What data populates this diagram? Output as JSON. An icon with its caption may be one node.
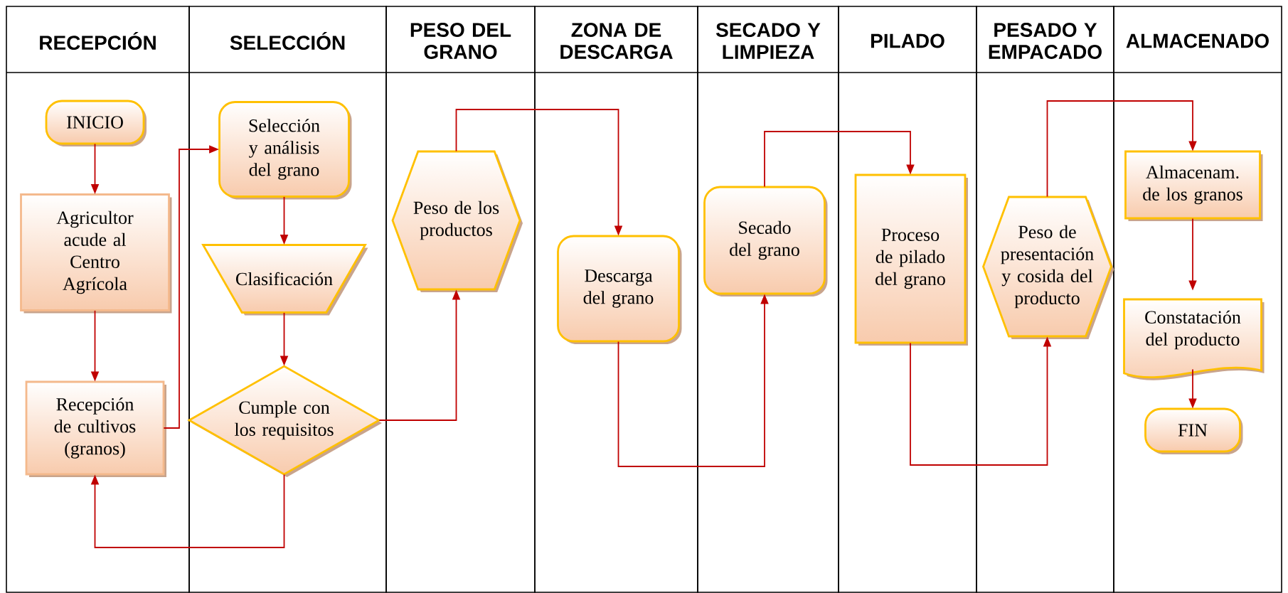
{
  "diagram": {
    "nodes": [
      {
        "text": [
          "RECEPCIÓN"
        ]
      },
      {
        "text": [
          "SELECCIÓN"
        ]
      },
      {
        "text": [
          "PESO DEL GRANO"
        ]
      },
      {
        "text": [
          "ZONA DE DESCARGA"
        ]
      },
      {
        "text": [
          "SECADO Y LIMPIEZA"
        ]
      },
      {
        "text": [
          "PILADO"
        ]
      },
      {
        "text": [
          "PESADO Y EMPACADO"
        ]
      },
      {
        "text": [
          "ALMACENADO"
        ]
      },
      {
        "text": [
          "INICIO"
        ],
        "in": 0
      },
      {
        "text": [
          "Agricultor acude al Centro Agrícola"
        ],
        "in": 0
      },
      {
        "text": [
          "Recepción de cultivos (granos)"
        ],
        "in": 0
      },
      {
        "text": [
          "Selección y análisis del grano"
        ],
        "in": 1
      },
      {
        "text": [
          "Clasificación"
        ],
        "in": 1
      },
      {
        "text": [
          "Cumple con los requisitos"
        ],
        "in": 1
      },
      {
        "text": [
          "Peso de los productos"
        ],
        "in": 2
      },
      {
        "text": [
          "Descarga del grano"
        ],
        "in": 3
      },
      {
        "text": [
          "Secado del grano"
        ],
        "in": 4
      },
      {
        "text": [
          "Proceso de pilado del grano"
        ],
        "in": 5
      },
      {
        "text": [
          "Peso de presentación y cosida del producto"
        ],
        "in": 6
      },
      {
        "text": [
          "Almacenam. de los granos"
        ],
        "in": 7
      },
      {
        "text": [
          "Constatación del producto"
        ],
        "in": 7
      },
      {
        "text": [
          "FIN"
        ],
        "in": 7
      }
    ],
    "edges": [
      {
        "from": 8,
        "to": 9,
        "arrow": "to"
      },
      {
        "from": 9,
        "to": 10,
        "arrow": "to"
      },
      {
        "from": 10,
        "to": 11,
        "arrow": "to"
      },
      {
        "from": 11,
        "to": 12,
        "arrow": "to"
      },
      {
        "from": 12,
        "to": 13,
        "arrow": "to"
      },
      {
        "from": 13,
        "to": 10,
        "arrow": "to"
      },
      {
        "from": 13,
        "to": 14,
        "arrow": "to"
      },
      {
        "from": 14,
        "to": 15,
        "arrow": "to"
      },
      {
        "from": 15,
        "to": 16,
        "arrow": "to"
      },
      {
        "from": 16,
        "to": 17,
        "arrow": "to"
      },
      {
        "from": 17,
        "to": 18,
        "arrow": "to"
      },
      {
        "from": 18,
        "to": 19,
        "arrow": "to"
      },
      {
        "from": 19,
        "to": 20,
        "arrow": "to"
      },
      {
        "from": 20,
        "to": 21,
        "arrow": "to"
      }
    ]
  }
}
